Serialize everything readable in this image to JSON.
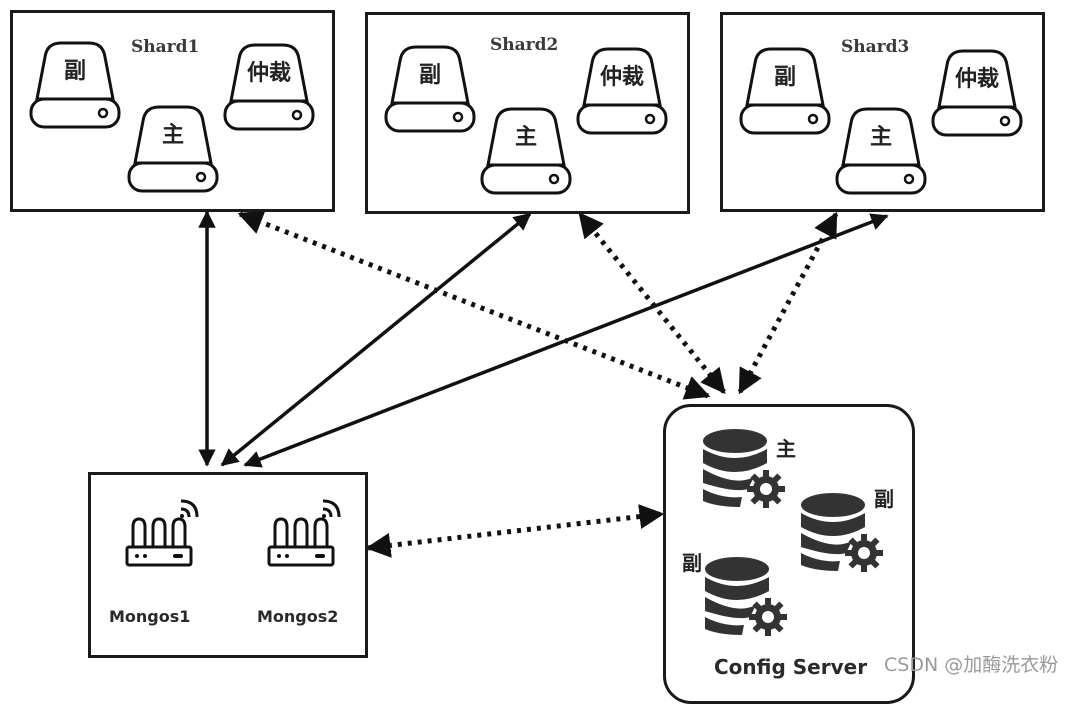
{
  "shards": [
    {
      "title": "Shard1",
      "secondary": "副",
      "primary": "主",
      "arbiter": "仲裁"
    },
    {
      "title": "Shard2",
      "secondary": "副",
      "primary": "主",
      "arbiter": "仲裁"
    },
    {
      "title": "Shard3",
      "secondary": "副",
      "primary": "主",
      "arbiter": "仲裁"
    }
  ],
  "mongos": [
    {
      "label": "Mongos1"
    },
    {
      "label": "Mongos2"
    }
  ],
  "config_server": {
    "title": "Config Server",
    "nodes": [
      {
        "role": "主"
      },
      {
        "role": "副"
      },
      {
        "role": "副"
      }
    ]
  },
  "links": [
    {
      "from": "mongos",
      "to": "shard1",
      "style": "solid",
      "bidirectional": true
    },
    {
      "from": "mongos",
      "to": "shard2",
      "style": "solid",
      "bidirectional": true
    },
    {
      "from": "mongos",
      "to": "shard3",
      "style": "solid",
      "bidirectional": true
    },
    {
      "from": "config-server",
      "to": "shard1",
      "style": "dotted",
      "bidirectional": true
    },
    {
      "from": "config-server",
      "to": "shard2",
      "style": "dotted",
      "bidirectional": true
    },
    {
      "from": "config-server",
      "to": "shard3",
      "style": "dotted",
      "bidirectional": true
    },
    {
      "from": "mongos",
      "to": "config-server",
      "style": "dotted",
      "bidirectional": true
    }
  ],
  "watermark": "CSDN @加酶洗衣粉"
}
